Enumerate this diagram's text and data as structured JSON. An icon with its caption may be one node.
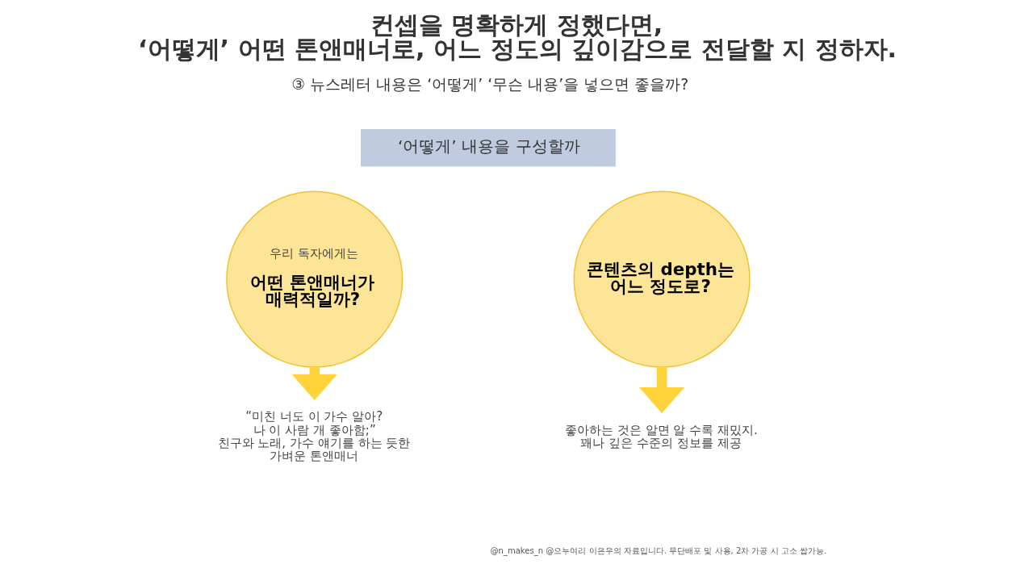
{
  "diagram": {
    "title": "컨셉을 명확하게 정했다면, ‘어떻게’ 어떤 톤앤매너로, 어느 정도의 깊이감으로 전달할 지 정하자.",
    "nodes": [
      {
        "text": [
          "‘어떻게’ 내용을 구성할까"
        ]
      },
      {
        "text": [
          "우리 독자에게는",
          "어떤 톤앤매너가 매력적일까?"
        ]
      },
      {
        "text": [
          "콘텐츠의 depth는 어느 정도로?"
        ]
      },
      {
        "text": [
          "“미친 너도 이 가수 알아? 나 이 사람 개 좋아함;”",
          "친구와 노래, 가수 얘기를 하는 듯한 가벼운 톤앤매너"
        ]
      },
      {
        "text": [
          "좋아하는 것은 알면 알 수록 재밌지. 꽤나 깊은 수준의 정보를 제공"
        ]
      }
    ],
    "edges": [
      {
        "from": 1,
        "to": 3,
        "arrow": "to"
      },
      {
        "from": 2,
        "to": 4,
        "arrow": "to"
      }
    ],
    "labels": [
      "③ 뉴스레터 내용은 ‘어떻게’ ‘무슨 내용’을 넣으면 좋을까?",
      "@n_makes_n @으누여리 이은우의 자료입니다. 무단배포 및 사용, 2차 가공 시 고소 쌉가능."
    ]
  }
}
